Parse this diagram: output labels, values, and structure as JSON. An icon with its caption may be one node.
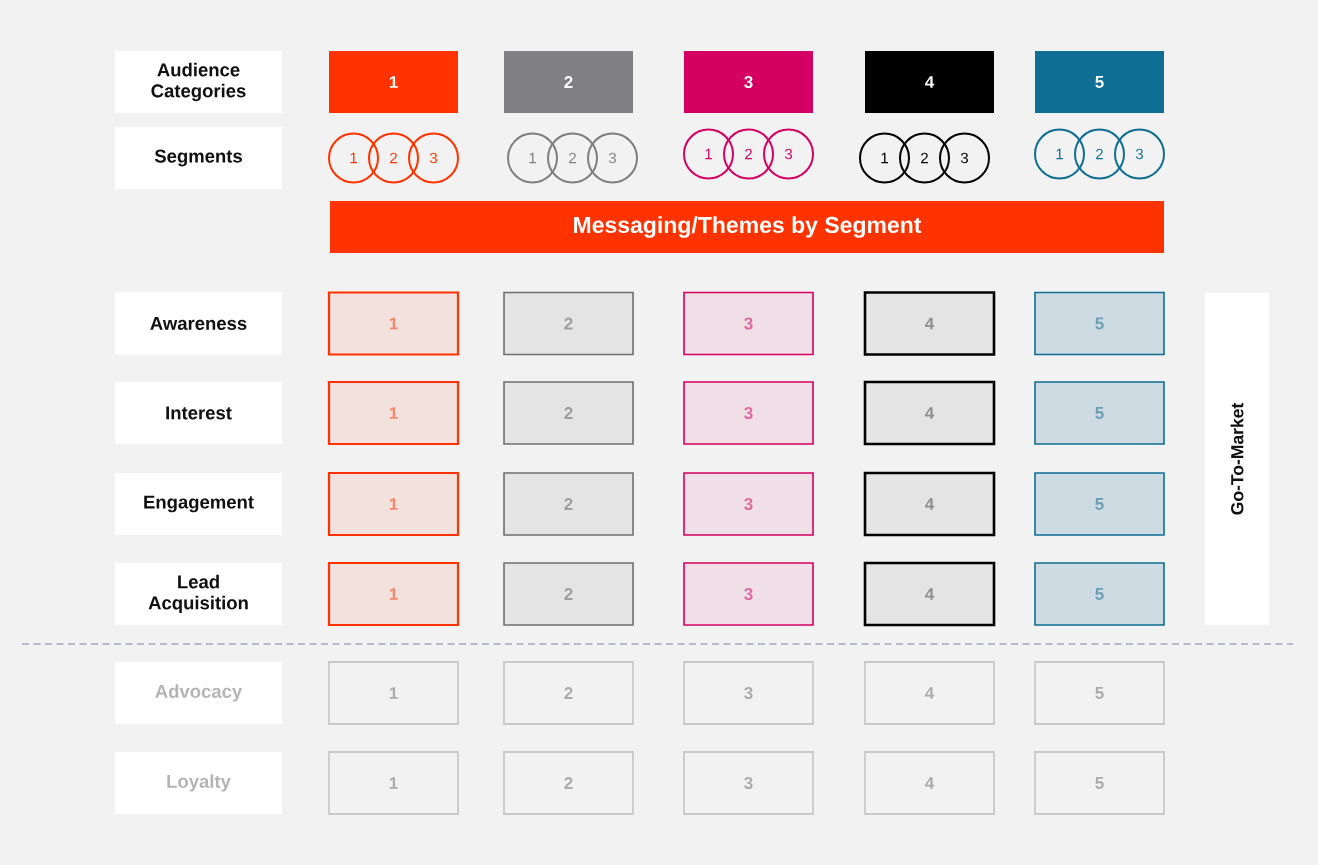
{
  "diagram": {
    "nodes": [
      {
        "text": [
          "Audience Categories"
        ]
      },
      {
        "text": [
          "1"
        ]
      },
      {
        "text": [
          "2"
        ]
      },
      {
        "text": [
          "3"
        ]
      },
      {
        "text": [
          "4"
        ]
      },
      {
        "text": [
          "5"
        ]
      },
      {
        "text": [
          "Segments"
        ]
      },
      {
        "text": [
          "1"
        ]
      },
      {
        "text": [
          "2"
        ]
      },
      {
        "text": [
          "3"
        ]
      },
      {
        "text": [
          "1"
        ]
      },
      {
        "text": [
          "2"
        ]
      },
      {
        "text": [
          "3"
        ]
      },
      {
        "text": [
          "1"
        ]
      },
      {
        "text": [
          "2"
        ]
      },
      {
        "text": [
          "3"
        ]
      },
      {
        "text": [
          "1"
        ]
      },
      {
        "text": [
          "2"
        ]
      },
      {
        "text": [
          "3"
        ]
      },
      {
        "text": [
          "1"
        ]
      },
      {
        "text": [
          "2"
        ]
      },
      {
        "text": [
          "3"
        ]
      },
      {
        "text": [
          "Messaging/Themes by Segment"
        ]
      },
      {
        "text": [
          "Awareness"
        ]
      },
      {
        "text": [
          "1"
        ]
      },
      {
        "text": [
          "2"
        ]
      },
      {
        "text": [
          "3"
        ]
      },
      {
        "text": [
          "4"
        ]
      },
      {
        "text": [
          "5"
        ]
      },
      {
        "text": [
          "Go-To-Market"
        ]
      },
      {
        "text": [
          "Interest"
        ]
      },
      {
        "text": [
          "1"
        ]
      },
      {
        "text": [
          "2"
        ]
      },
      {
        "text": [
          "3"
        ]
      },
      {
        "text": [
          "4"
        ]
      },
      {
        "text": [
          "5"
        ]
      },
      {
        "text": [
          "Engagement"
        ]
      },
      {
        "text": [
          "1"
        ]
      },
      {
        "text": [
          "2"
        ]
      },
      {
        "text": [
          "3"
        ]
      },
      {
        "text": [
          "4"
        ]
      },
      {
        "text": [
          "5"
        ]
      },
      {
        "text": [
          "Lead Acquisition"
        ]
      },
      {
        "text": [
          "1"
        ]
      },
      {
        "text": [
          "2"
        ]
      },
      {
        "text": [
          "3"
        ]
      },
      {
        "text": [
          "4"
        ]
      },
      {
        "text": [
          "5"
        ]
      },
      {
        "text": [
          "Advocacy"
        ]
      },
      {
        "text": [
          "1"
        ]
      },
      {
        "text": [
          "2"
        ]
      },
      {
        "text": [
          "3"
        ]
      },
      {
        "text": [
          "4"
        ]
      },
      {
        "text": [
          "5"
        ]
      },
      {
        "text": [
          "Loyalty"
        ]
      },
      {
        "text": [
          "1"
        ]
      },
      {
        "text": [
          "2"
        ]
      },
      {
        "text": [
          "3"
        ]
      },
      {
        "text": [
          "4"
        ]
      },
      {
        "text": [
          "5"
        ]
      }
    ]
  }
}
